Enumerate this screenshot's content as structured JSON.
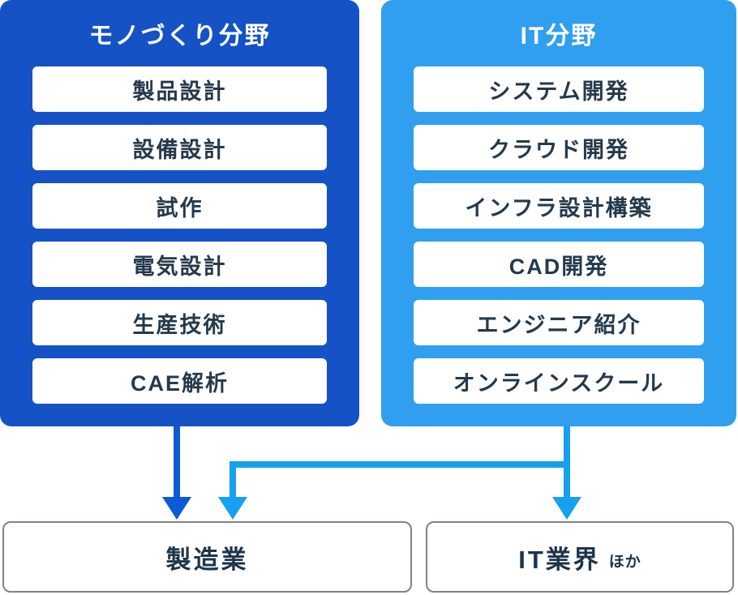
{
  "colors": {
    "panel_left_bg": "#1552C5",
    "panel_right_bg": "#319FEF",
    "arrow_dark": "#0B5BD6",
    "arrow_light": "#15A0F2",
    "item_bg": "#FFFFFF",
    "item_text": "#24394B",
    "panel_title_text": "#FFFFFF",
    "destination_border": "#7B848D",
    "destination_text": "#1E3448"
  },
  "panels": [
    {
      "id": "monozukuri",
      "title": "モノづくり分野",
      "items": [
        "製品設計",
        "設備設計",
        "試作",
        "電気設計",
        "生産技術",
        "CAE解析"
      ]
    },
    {
      "id": "it",
      "title": "IT分野",
      "items": [
        "システム開発",
        "クラウド開発",
        "インフラ設計構築",
        "CAD開発",
        "エンジニア紹介",
        "オンラインスクール"
      ]
    }
  ],
  "destinations": [
    {
      "id": "manufacturing",
      "label": "製造業",
      "suffix": ""
    },
    {
      "id": "it-industry",
      "label": "IT業界",
      "suffix": "ほか"
    }
  ]
}
